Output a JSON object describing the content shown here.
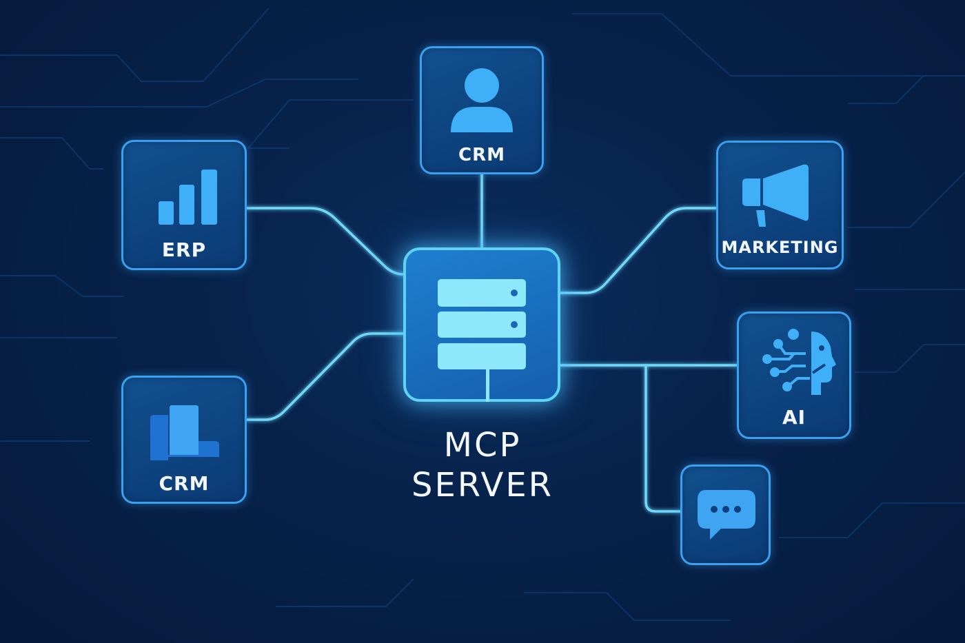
{
  "hub": {
    "title_line1": "MCP",
    "title_line2": "SERVER",
    "icon": "server-rack-icon"
  },
  "nodes": {
    "crm_top": {
      "label": "CRM",
      "icon": "user-icon"
    },
    "erp": {
      "label": "ERP",
      "icon": "bar-chart-icon"
    },
    "crm_bottom": {
      "label": "CRM",
      "icon": "building-chart-icon"
    },
    "marketing": {
      "label": "MARKETING",
      "icon": "megaphone-icon"
    },
    "ai": {
      "label": "AI",
      "icon": "ai-head-circuit-icon"
    },
    "chat": {
      "label": "",
      "icon": "chat-bubble-icon"
    }
  },
  "colors": {
    "background": "#061d40",
    "node_border": "#3aa0f0",
    "connector": "#6fd8f8",
    "hub_border": "#5fd3f6",
    "icon_fill": "#3fb0f8",
    "text": "#f2f7ff"
  }
}
